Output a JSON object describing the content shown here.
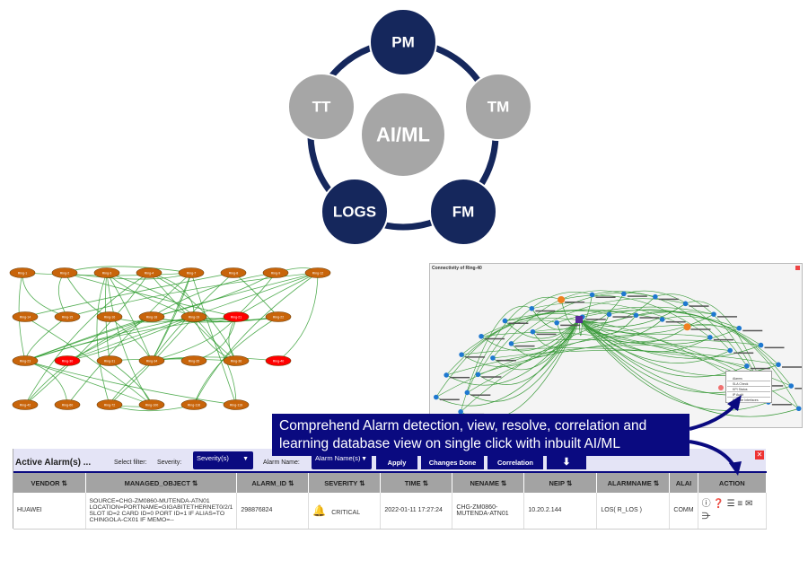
{
  "cycle": {
    "center": "AI/ML",
    "nodes": [
      {
        "label": "PM",
        "color": "#15275c"
      },
      {
        "label": "TM",
        "color": "#a6a6a6"
      },
      {
        "label": "FM",
        "color": "#15275c"
      },
      {
        "label": "LOGS",
        "color": "#15275c"
      },
      {
        "label": "TT",
        "color": "#a6a6a6"
      }
    ],
    "ring_color": "#15275c",
    "center_color": "#a6a6a6"
  },
  "ring_graph": {
    "rows": [
      [
        "Ring-1",
        "Ring-2",
        "Ring-3",
        "Ring-4",
        "Ring-7",
        "Ring-8",
        "Ring-9",
        "Ring-12"
      ],
      [
        "Ring-14",
        "Ring-15",
        "Ring-16",
        "Ring-18",
        "Ring-19",
        "Ring-21",
        "Ring-22"
      ],
      [
        "Ring-23",
        "Ring-30",
        "Ring-31",
        "Ring-34",
        "Ring-35",
        "Ring-36",
        "Ring-40"
      ],
      [
        "Ring-42",
        "Ring-60",
        "Ring-72",
        "Ring-100",
        "Ring-116",
        "Ring-119"
      ]
    ],
    "alarmed": [
      "Ring-21",
      "Ring-30",
      "Ring-40"
    ],
    "node_color": "#c8640a",
    "alarm_color": "#ff0000",
    "edge_color": "#2a9a2a"
  },
  "connectivity": {
    "title": "Connectivity of Ring-40",
    "menu": [
      "Alarms",
      "SLA Check",
      "KPI Status",
      "IP Audit",
      "Remote Interfaces"
    ]
  },
  "callout": {
    "text": "Comprehend Alarm detection, view, resolve, correlation and learning database view on single click with inbuilt AI/ML"
  },
  "alarms": {
    "title": "Active Alarm(s) ...",
    "filter_label": "Select filter:",
    "severity_label": "Severity:",
    "severity_value": "Severity(s)",
    "alarmname_label": "Alarm Name:",
    "alarmname_value": "Alarm Name(s)",
    "buttons": {
      "apply": "Apply",
      "changes": "Changes Done",
      "correlation": "Correlation"
    },
    "columns": [
      "VENDOR ⇅",
      "MANAGED_OBJECT ⇅",
      "ALARM_ID ⇅",
      "SEVERITY ⇅",
      "TIME ⇅",
      "NENAME ⇅",
      "NEIP ⇅",
      "ALARMNAME ⇅",
      "ALAI",
      "ACTION"
    ],
    "row": {
      "vendor": "HUAWEI",
      "managed_object": "SOURCE=CHG-ZM0860-MUTENDA-ATN01 LOCATION=PORTNAME=GIGABITETHERNET0/2/1 SLOT ID=2 CARD ID=0 PORT ID=1 IF ALIAS=TO CHINGOLA-CX01 IF MEMO=--",
      "alarm_id": "298876824",
      "severity": "CRITICAL",
      "time": "2022-01-11 17:27:24",
      "nename": "CHG-ZM0860-MUTENDA-ATN01",
      "neip": "10.20.2.144",
      "alarmname": "LOS( R_LOS )",
      "alai": "COMM"
    }
  }
}
